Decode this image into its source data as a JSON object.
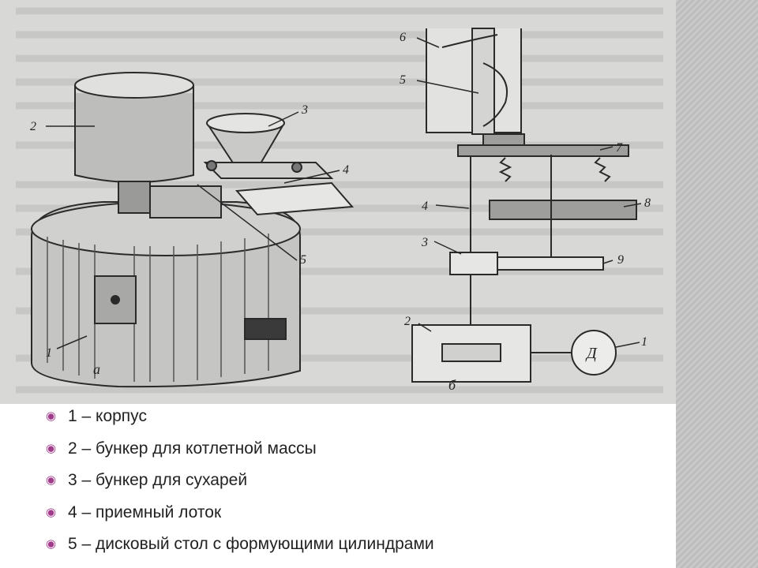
{
  "figure": {
    "label_a": "а",
    "label_b": "б",
    "part_numbers_a": [
      "1",
      "2",
      "3",
      "4",
      "5"
    ],
    "part_numbers_b": [
      "1",
      "2",
      "3",
      "4",
      "5",
      "6",
      "7",
      "8",
      "9"
    ],
    "motor_label": "Д"
  },
  "legend": {
    "bullet": "◉",
    "items": [
      "1 – корпус",
      "2 – бункер для котлетной массы",
      "3 – бункер для сухарей",
      "4 – приемный лоток",
      "5 – дисковый стол с формующими цилиндрами"
    ]
  },
  "colors": {
    "bullet": "#a23a8c",
    "scan_background": "#d8d8d6",
    "ink": "#2a2a2a"
  }
}
